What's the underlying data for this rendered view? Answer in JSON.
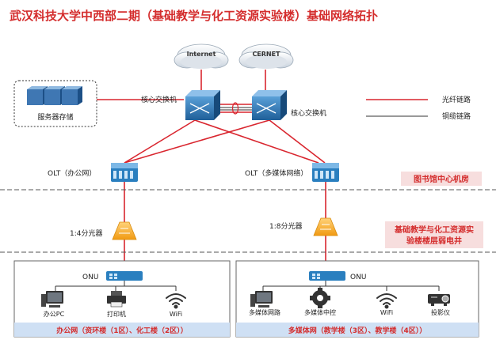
{
  "title": "武汉科技大学中西部二期（基础教学与化工资源实验楼）基础网络拓扑",
  "clouds": {
    "left": "Internet",
    "right": "CERNET"
  },
  "servers": {
    "label": "服务器存储"
  },
  "core": {
    "left_label": "核心交换机",
    "right_label": "核心交换机"
  },
  "legend": {
    "fiber": "光纤链路",
    "copper": "铜缆链路"
  },
  "olt": {
    "left": "OLT（办公网）",
    "right": "OLT（多媒体网络）"
  },
  "zones": {
    "library": "图书馆中心机房",
    "floor_line1": "基础教学与化工资源实",
    "floor_line2": "验楼楼层弱电井"
  },
  "splitters": {
    "left": "1:4分光器",
    "right": "1:8分光器"
  },
  "onu": {
    "left": "ONU",
    "right": "ONU"
  },
  "office": {
    "devices": {
      "pc": "办公PC",
      "printer": "打印机",
      "wifi": "WiFi"
    },
    "footer": "办公网（资环楼（1区）、化工楼（2区））"
  },
  "media": {
    "devices": {
      "media_net": "多媒体网路",
      "media_ctrl": "多媒体中控",
      "wifi": "WiFi",
      "projector": "投影仪"
    },
    "footer": "多媒体网（教学楼（3区）、教学楼（4区））"
  },
  "colors": {
    "title": "#d42d2d",
    "fiber": "#d9262f",
    "copper": "#333333",
    "device": "#2a7fbf",
    "footer": "#cfe0f4"
  }
}
